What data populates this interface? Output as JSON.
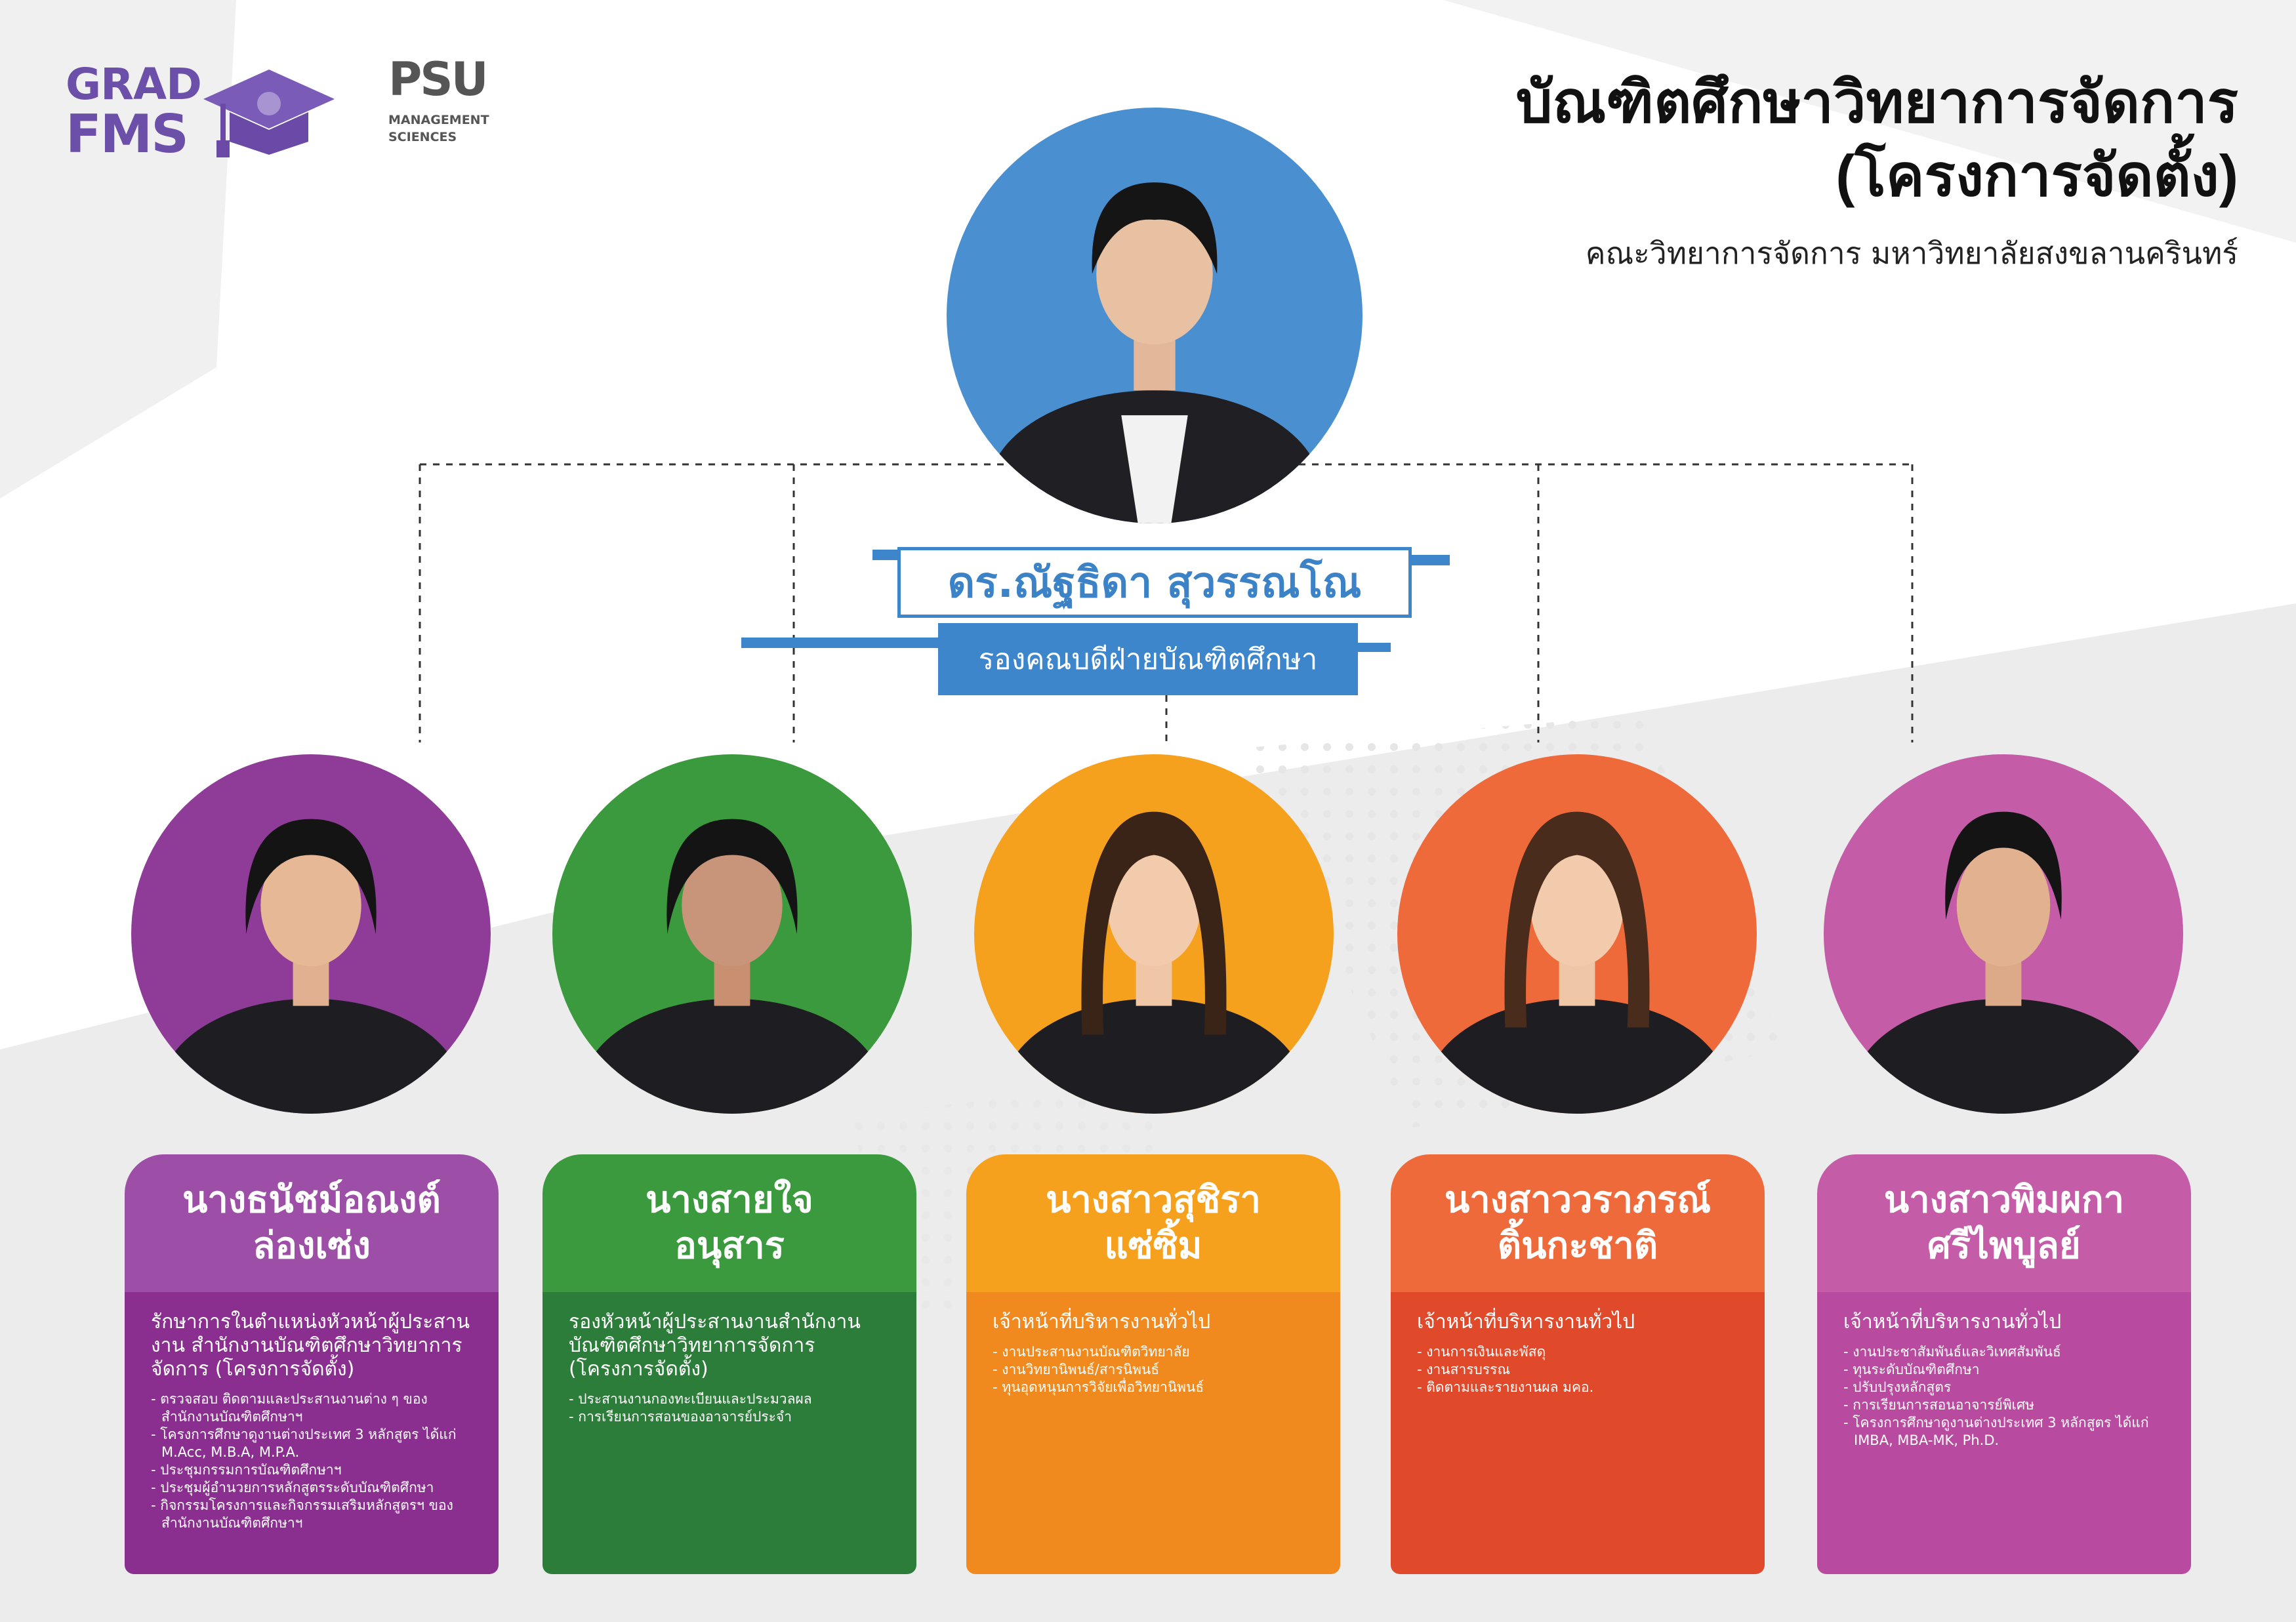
{
  "header": {
    "title_line1": "บัณฑิตศึกษาวิทยาการจัดการ",
    "title_line2": "(โครงการจัดตั้ง)",
    "subtitle": "คณะวิทยาการจัดการ มหาวิทยาลัยสงขลานครินทร์"
  },
  "logos": {
    "grad_line1": "GRAD",
    "grad_line2": "FMS",
    "psu_mark": "PSU",
    "psu_sub1": "MANAGEMENT",
    "psu_sub2": "SCIENCES"
  },
  "head": {
    "name": "ดร.ณัฐธิดา  สุวรรณโณ",
    "role": "รองคณบดีฝ่ายบัณฑิตศึกษา"
  },
  "colors": {
    "blue": "#3d86cb",
    "purple": "#8e3c98",
    "green": "#3c9a3e",
    "yellow": "#f6a11e",
    "orange": "#ef6a3a",
    "pink": "#c45ca7"
  },
  "staff": [
    {
      "name_line1": "นางธนัชม์อณงต์",
      "name_line2": "ล่องเซ่ง",
      "role": "รักษาการในตำแหน่งหัวหน้าผู้ประสานงาน สำนักงานบัณฑิตศึกษาวิทยาการจัดการ (โครงการจัดตั้ง)",
      "tasks": [
        "ตรวจสอบ ติดตามและประสานงานต่าง ๆ ของสำนักงานบัณฑิตศึกษาฯ",
        "โครงการศึกษาดูงานต่างประเทศ 3 หลักสูตร ได้แก่ M.Acc, M.B.A, M.P.A.",
        "ประชุมกรรมการบัณฑิตศึกษาฯ",
        "ประชุมผู้อำนวยการหลักสูตรระดับบัณฑิตศึกษา",
        "กิจกรรมโครงการและกิจกรรมเสริมหลักสูตรฯ ของสำนักงานบัณฑิตศึกษาฯ"
      ]
    },
    {
      "name_line1": "นางสายใจ",
      "name_line2": "อนุสาร",
      "role": "รองหัวหน้าผู้ประสานงานสำนักงาน บัณฑิตศึกษาวิทยาการจัดการ (โครงการจัดตั้ง)",
      "tasks": [
        "ประสานงานกองทะเบียนและประมวลผล",
        "การเรียนการสอนของอาจารย์ประจำ"
      ]
    },
    {
      "name_line1": "นางสาวสุชิรา",
      "name_line2": "แซ่ซิ้ม",
      "role": "เจ้าหน้าที่บริหารงานทั่วไป",
      "tasks": [
        "งานประสานงานบัณฑิตวิทยาลัย",
        "งานวิทยานิพนธ์/สารนิพนธ์",
        "ทุนอุดหนุนการวิจัยเพื่อวิทยานิพนธ์"
      ]
    },
    {
      "name_line1": "นางสาววราภรณ์",
      "name_line2": "ติ้นกะชาติ",
      "role": "เจ้าหน้าที่บริหารงานทั่วไป",
      "tasks": [
        "งานการเงินและพัสดุ",
        "งานสารบรรณ",
        "ติดตามและรายงานผล มคอ."
      ]
    },
    {
      "name_line1": "นางสาวพิมผกา",
      "name_line2": "ศรีไพบูลย์",
      "role": "เจ้าหน้าที่บริหารงานทั่วไป",
      "tasks": [
        "งานประชาสัมพันธ์และวิเทศสัมพันธ์",
        "ทุนระดับบัณฑิตศึกษา",
        "ปรับปรุงหลักสูตร",
        "การเรียนการสอนอาจารย์พิเศษ",
        "โครงการศึกษาดูงานต่างประเทศ 3 หลักสูตร ได้แก่ IMBA, MBA-MK, Ph.D."
      ]
    }
  ]
}
